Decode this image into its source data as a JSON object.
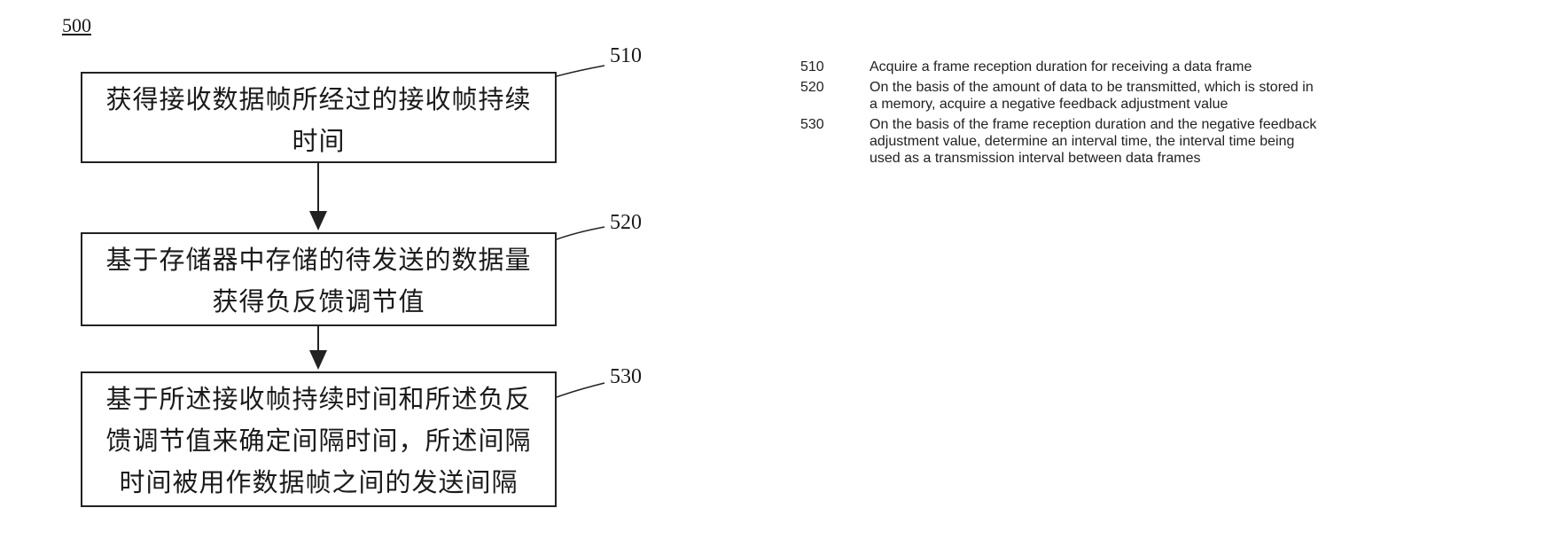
{
  "figure_label": "500",
  "steps": [
    {
      "ref": "510",
      "text": "获得接收数据帧所经过的接收帧持续时间"
    },
    {
      "ref": "520",
      "text": "基于存储器中存储的待发送的数据量获得负反馈调节值"
    },
    {
      "ref": "530",
      "text": "基于所述接收帧持续时间和所述负反馈调节值来确定间隔时间，所述间隔时间被用作数据帧之间的发送间隔"
    }
  ],
  "legend": [
    {
      "ref": "510",
      "text": "Acquire a frame reception duration for receiving a data frame"
    },
    {
      "ref": "520",
      "text": "On the basis of the amount of data to be transmitted, which is stored in a memory, acquire a negative feedback adjustment value"
    },
    {
      "ref": "530",
      "text": "On the basis of the frame reception duration and the negative feedback adjustment value, determine an interval time, the interval time being used as a transmission interval between data frames"
    }
  ]
}
